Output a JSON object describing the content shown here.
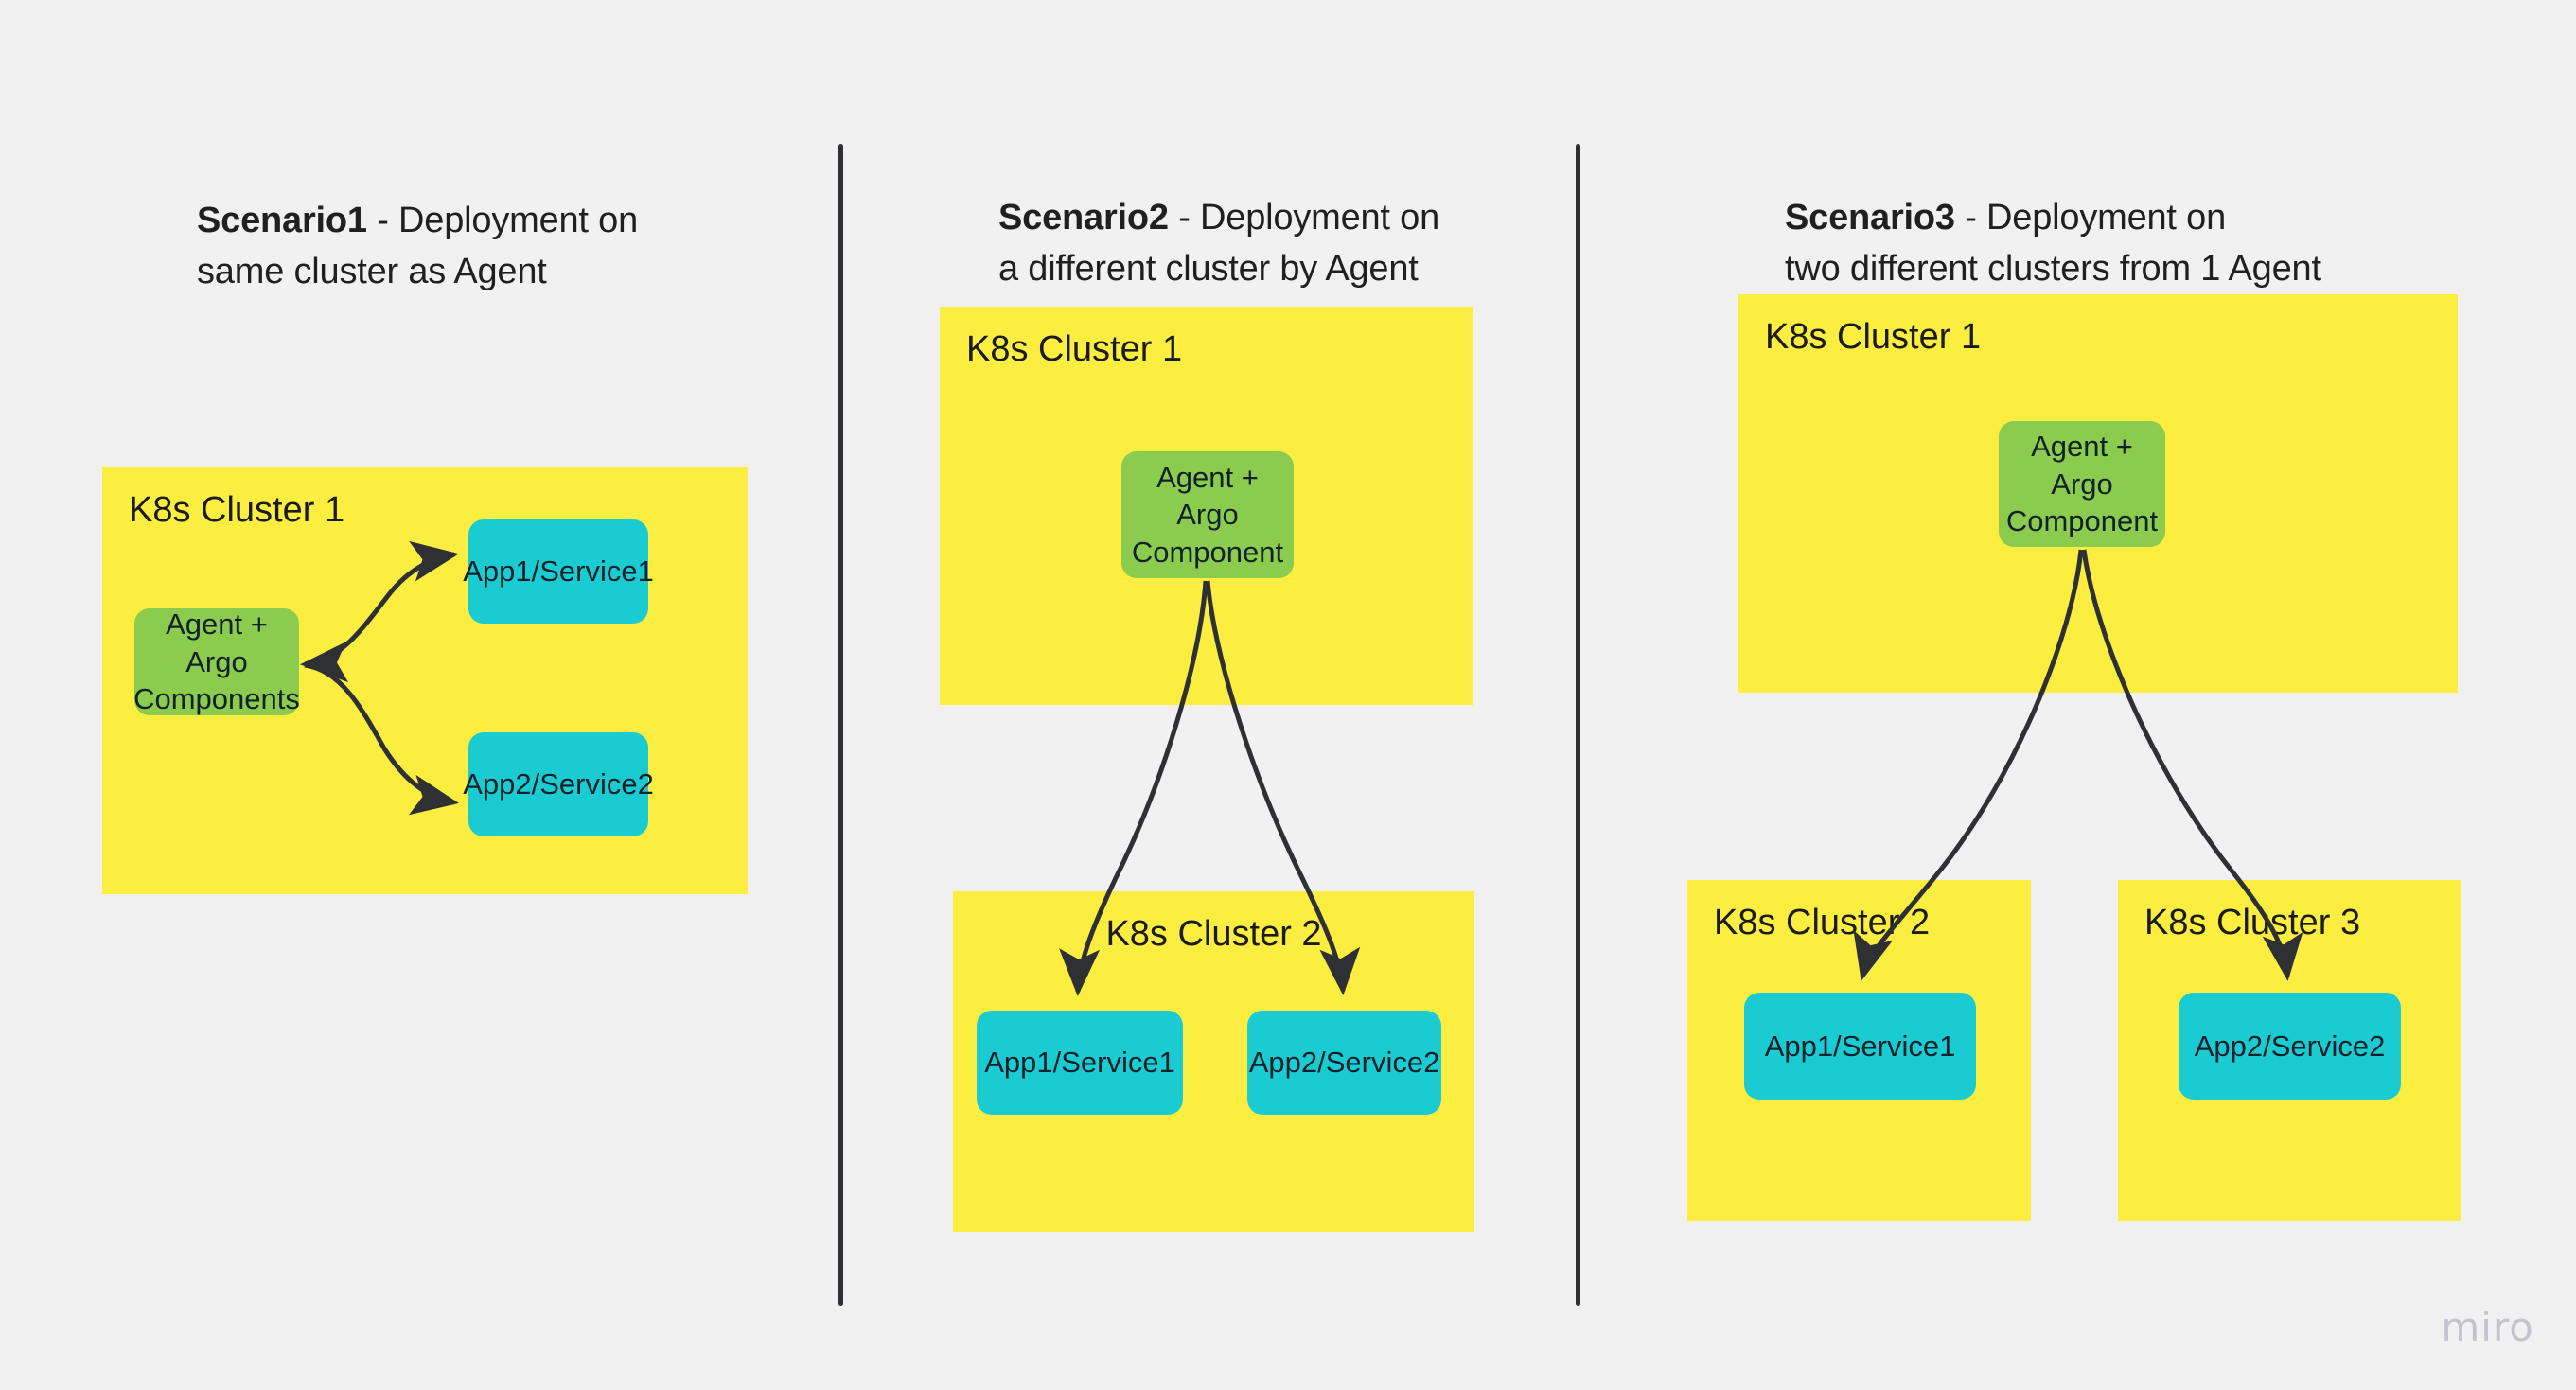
{
  "background_color": "#f1f1f1",
  "palette": {
    "cluster_yellow": "#fbee41",
    "agent_green": "#8bcb4e",
    "app_cyan": "#1accd2",
    "arrow_dark": "#2f3033",
    "divider_dark": "#2f3033",
    "text_dark": "#1a1a1a",
    "watermark_gray": "#c4c4cc"
  },
  "scenarios": [
    {
      "id": "scenario1",
      "title_strong": "Scenario1",
      "title_rest": " - Deployment on\nsame cluster as Agent",
      "clusters": [
        {
          "id": "s1-cluster1",
          "label": "K8s Cluster 1"
        }
      ],
      "nodes": [
        {
          "id": "s1-agent",
          "label": "Agent + Argo\nComponents",
          "kind": "agent"
        },
        {
          "id": "s1-app1",
          "label": "App1/Service1",
          "kind": "app"
        },
        {
          "id": "s1-app2",
          "label": "App2/Service2",
          "kind": "app"
        }
      ]
    },
    {
      "id": "scenario2",
      "title_strong": "Scenario2",
      "title_rest": " - Deployment on\na different cluster by Agent",
      "clusters": [
        {
          "id": "s2-cluster1",
          "label": "K8s Cluster 1"
        },
        {
          "id": "s2-cluster2",
          "label": "K8s Cluster 2"
        }
      ],
      "nodes": [
        {
          "id": "s2-agent",
          "label": "Agent +\nArgo\nComponent",
          "kind": "agent"
        },
        {
          "id": "s2-app1",
          "label": "App1/Service1",
          "kind": "app"
        },
        {
          "id": "s2-app2",
          "label": "App2/Service2",
          "kind": "app"
        }
      ]
    },
    {
      "id": "scenario3",
      "title_strong": "Scenario3",
      "title_rest": " - Deployment on\ntwo different clusters from 1 Agent",
      "clusters": [
        {
          "id": "s3-cluster1",
          "label": "K8s Cluster 1"
        },
        {
          "id": "s3-cluster2",
          "label": "K8s Cluster 2"
        },
        {
          "id": "s3-cluster3",
          "label": "K8s Cluster 3"
        }
      ],
      "nodes": [
        {
          "id": "s3-agent",
          "label": "Agent +\nArgo\nComponent",
          "kind": "agent"
        },
        {
          "id": "s3-app1",
          "label": "App1/Service1",
          "kind": "app"
        },
        {
          "id": "s3-app2",
          "label": "App2/Service2",
          "kind": "app"
        }
      ]
    }
  ],
  "watermark": "miro"
}
